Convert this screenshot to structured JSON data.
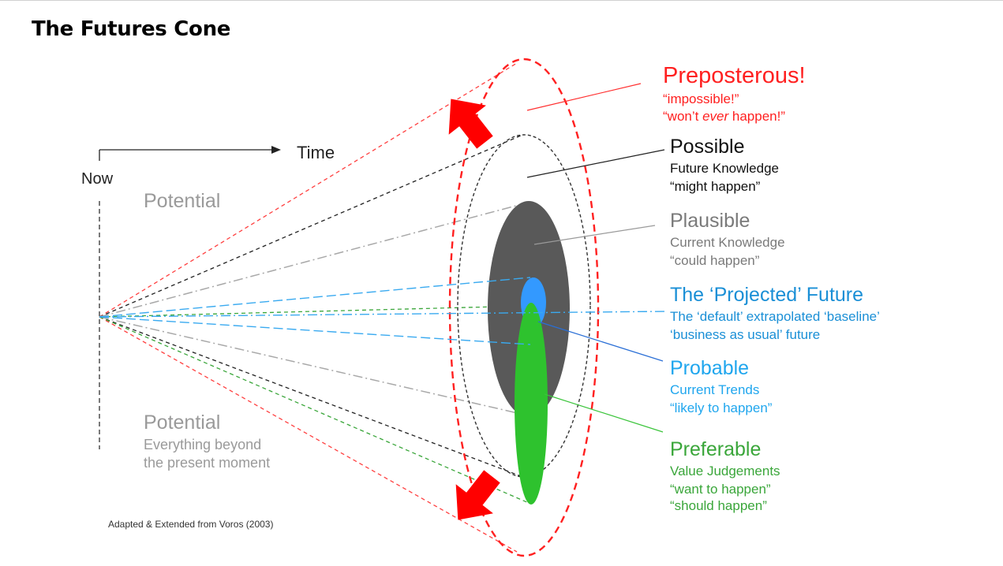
{
  "title": "The Futures Cone",
  "axis": {
    "now_label": "Now",
    "time_label": "Time"
  },
  "potential_top": "Potential",
  "potential_bottom": {
    "title": "Potential",
    "line1": "Everything beyond",
    "line2": "the present moment"
  },
  "credit": "Adapted & Extended  from Voros (2003)",
  "categories": {
    "preposterous": {
      "title": "Preposterous!",
      "line1": "“impossible!”",
      "line2_pre": "“won’t ",
      "line2_em": "ever",
      "line2_post": " happen!”"
    },
    "possible": {
      "title": "Possible",
      "line1": "Future Knowledge",
      "line2": "“might happen”"
    },
    "plausible": {
      "title": "Plausible",
      "line1": "Current Knowledge",
      "line2": "“could happen”"
    },
    "projected": {
      "title": "The ‘Projected’ Future",
      "line1": "The ‘default’ extrapolated ‘baseline’",
      "line2": "‘business as usual’ future"
    },
    "probable": {
      "title": "Probable",
      "line1": "Current Trends",
      "line2": "“likely to happen”"
    },
    "preferable": {
      "title": "Preferable",
      "line1": "Value Judgements",
      "line2": "“want to happen”",
      "line3": "“should happen”"
    }
  },
  "colors": {
    "preposterous": "#ff2020",
    "possible": "#111111",
    "plausible": "#7a7a7a",
    "plausible_fill": "#595959",
    "projected": "#1a8fd6",
    "probable": "#1fa6ee",
    "probable_fill": "#3399ff",
    "preferable": "#3aa63a",
    "preferable_fill": "#2ec22e"
  }
}
